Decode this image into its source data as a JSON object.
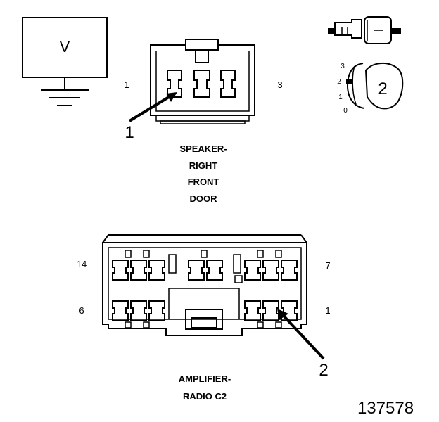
{
  "voltmeter": {
    "symbol": "V"
  },
  "speaker_connector": {
    "pin_left": "1",
    "pin_right": "3",
    "callout": "1",
    "title_lines": [
      "SPEAKER-",
      "RIGHT",
      "FRONT",
      "DOOR"
    ]
  },
  "probe_inset": {
    "scale_3": "3",
    "scale_2": "2",
    "scale_1": "1",
    "scale_0": "0",
    "callout": "2"
  },
  "amplifier_connector": {
    "pin_top_left": "14",
    "pin_top_right": "7",
    "pin_bottom_left": "6",
    "pin_bottom_right": "1",
    "callout": "2",
    "title_lines": [
      "AMPLIFIER-",
      "RADIO C2"
    ]
  },
  "figure_number": "137578"
}
